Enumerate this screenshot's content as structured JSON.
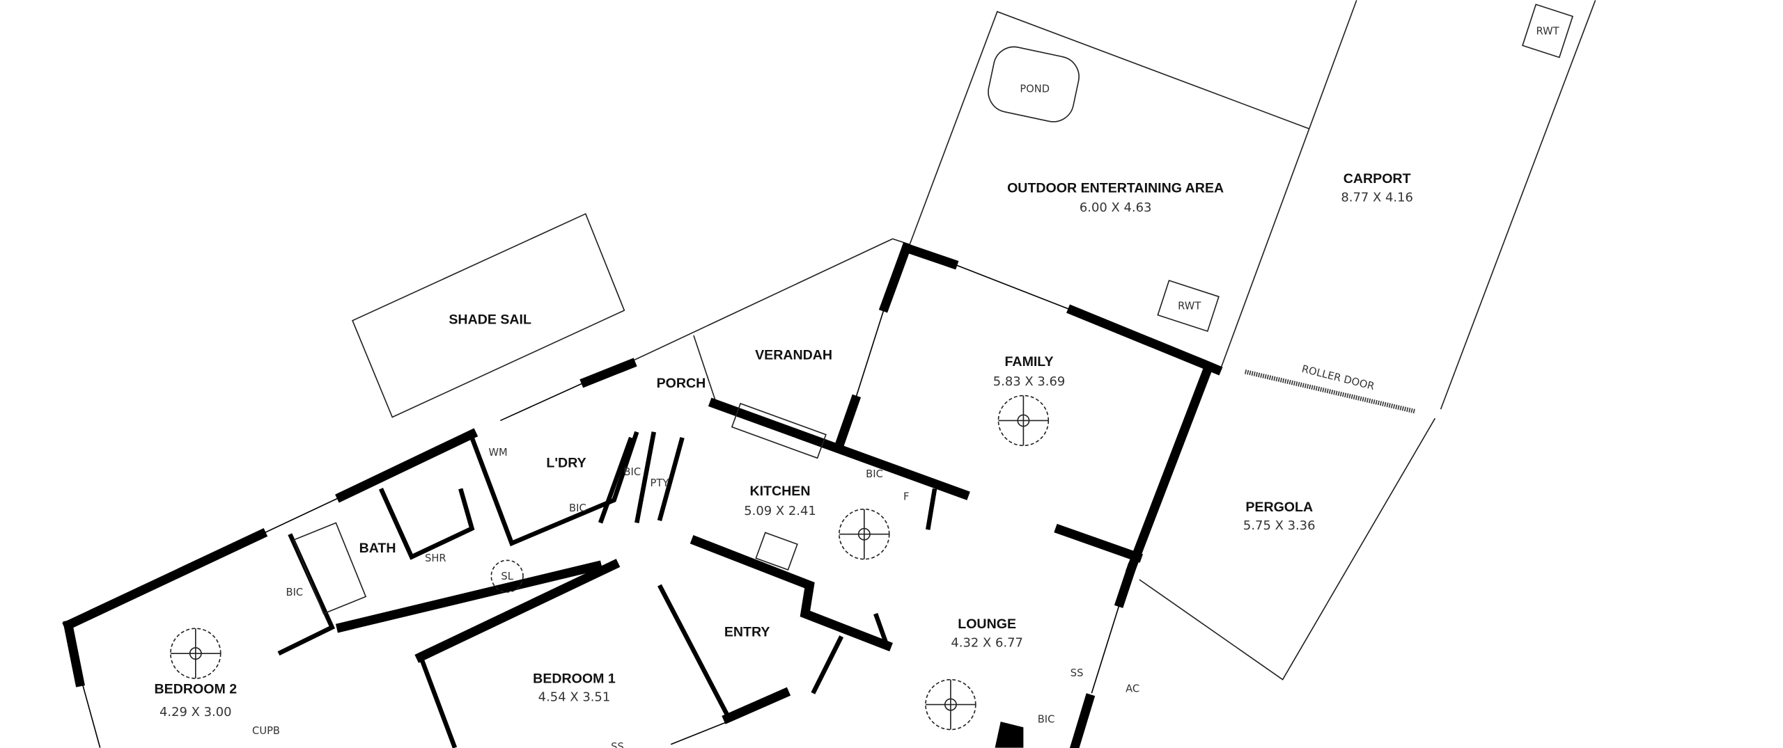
{
  "floorplan": {
    "rooms": [
      {
        "name": "OUTDOOR ENTERTAINING AREA",
        "dims": "6.00 X 4.63"
      },
      {
        "name": "CARPORT",
        "dims": "8.77 X 4.16"
      },
      {
        "name": "FAMILY",
        "dims": "5.83 X 3.69"
      },
      {
        "name": "PERGOLA",
        "dims": "5.75 X 3.36"
      },
      {
        "name": "KITCHEN",
        "dims": "5.09 X 2.41"
      },
      {
        "name": "LOUNGE",
        "dims": "4.32 X 6.77"
      },
      {
        "name": "BEDROOM 1",
        "dims": "4.54 X 3.51"
      },
      {
        "name": "BEDROOM 2",
        "dims": "4.29 X 3.00"
      }
    ],
    "areas": {
      "shade_sail": "SHADE SAIL",
      "verandah": "VERANDAH",
      "porch": "PORCH",
      "laundry": "L'DRY",
      "bath": "BATH",
      "entry": "ENTRY"
    },
    "fixtures": {
      "pond": "POND",
      "rwt": "RWT",
      "roller_door": "ROLLER DOOR",
      "wm": "WM",
      "bic": "BIC",
      "pty": "PTY",
      "f": "F",
      "shr": "SHR",
      "sl": "SL",
      "cupb": "CUPB",
      "ss": "SS",
      "ac": "AC"
    }
  }
}
